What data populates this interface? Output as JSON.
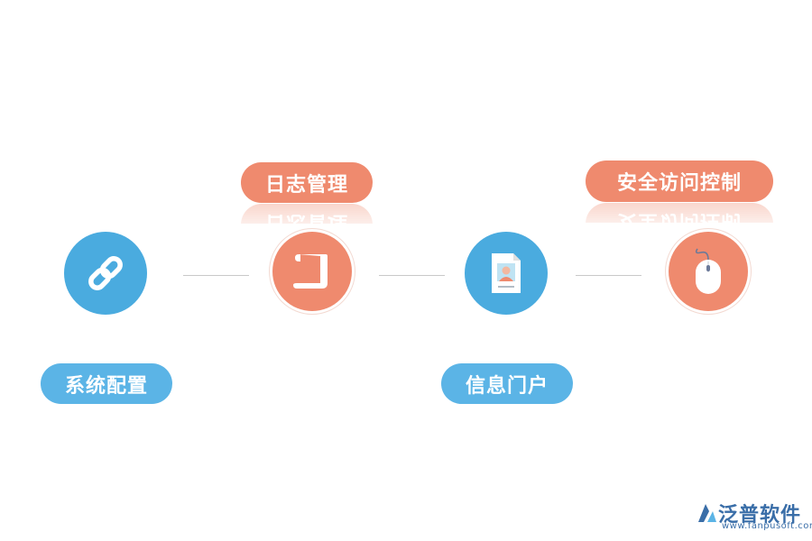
{
  "steps": [
    {
      "label": "系统配置",
      "icon": "link-chain-icon",
      "color": "#4aabdf"
    },
    {
      "label": "日志管理",
      "icon": "scroll-document-icon",
      "color": "#ef8a6e"
    },
    {
      "label": "信息门户",
      "icon": "profile-document-icon",
      "color": "#4aabdf"
    },
    {
      "label": "安全访问控制",
      "icon": "mouse-icon",
      "color": "#ef8a6e"
    }
  ],
  "logo": {
    "name": "泛普软件",
    "url": "www.fanpusoft.com"
  },
  "colors": {
    "blue": "#4aabdf",
    "orange": "#ef8a6e",
    "connector": "#c9c9c9"
  }
}
